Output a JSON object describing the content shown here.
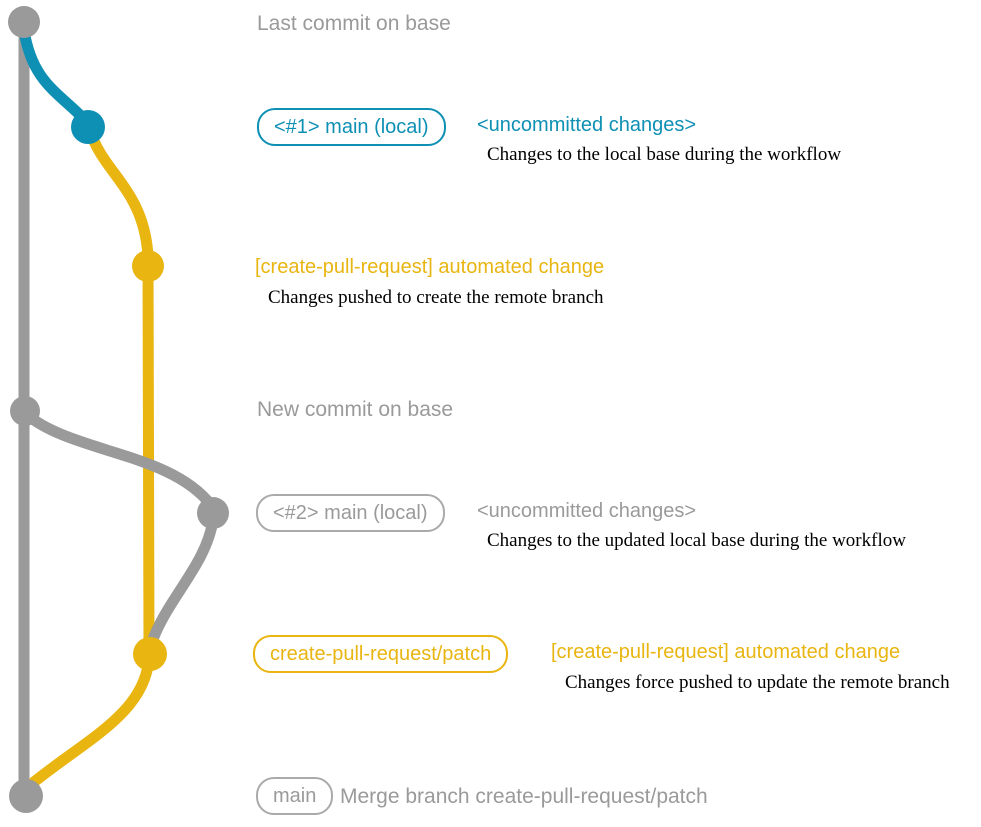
{
  "colors": {
    "teal": "#0e90b4",
    "yellow": "#e9b511",
    "gray": "#9a9a9a",
    "description_text": "#000000"
  },
  "graph": {
    "base_branch": "gray vertical line",
    "local_branch": "teal then yellow curves",
    "remote_branch": "yellow vertical line"
  },
  "rows": {
    "last_commit": {
      "text": "Last commit on base"
    },
    "row1": {
      "badge": "<#1> main (local)",
      "heading": "<uncommitted changes>",
      "description": "Changes to the local base during the workflow"
    },
    "row2": {
      "heading": "[create-pull-request] automated change",
      "description": "Changes pushed to create the remote branch"
    },
    "new_commit": {
      "text": "New commit on base"
    },
    "row3": {
      "badge": "<#2> main (local)",
      "heading": "<uncommitted changes>",
      "description": "Changes to the updated local base during the workflow"
    },
    "row4": {
      "badge": "create-pull-request/patch",
      "heading": "[create-pull-request] automated change",
      "description": "Changes force pushed to update the remote branch"
    },
    "row5": {
      "badge": "main",
      "text": "Merge branch create-pull-request/patch"
    }
  }
}
